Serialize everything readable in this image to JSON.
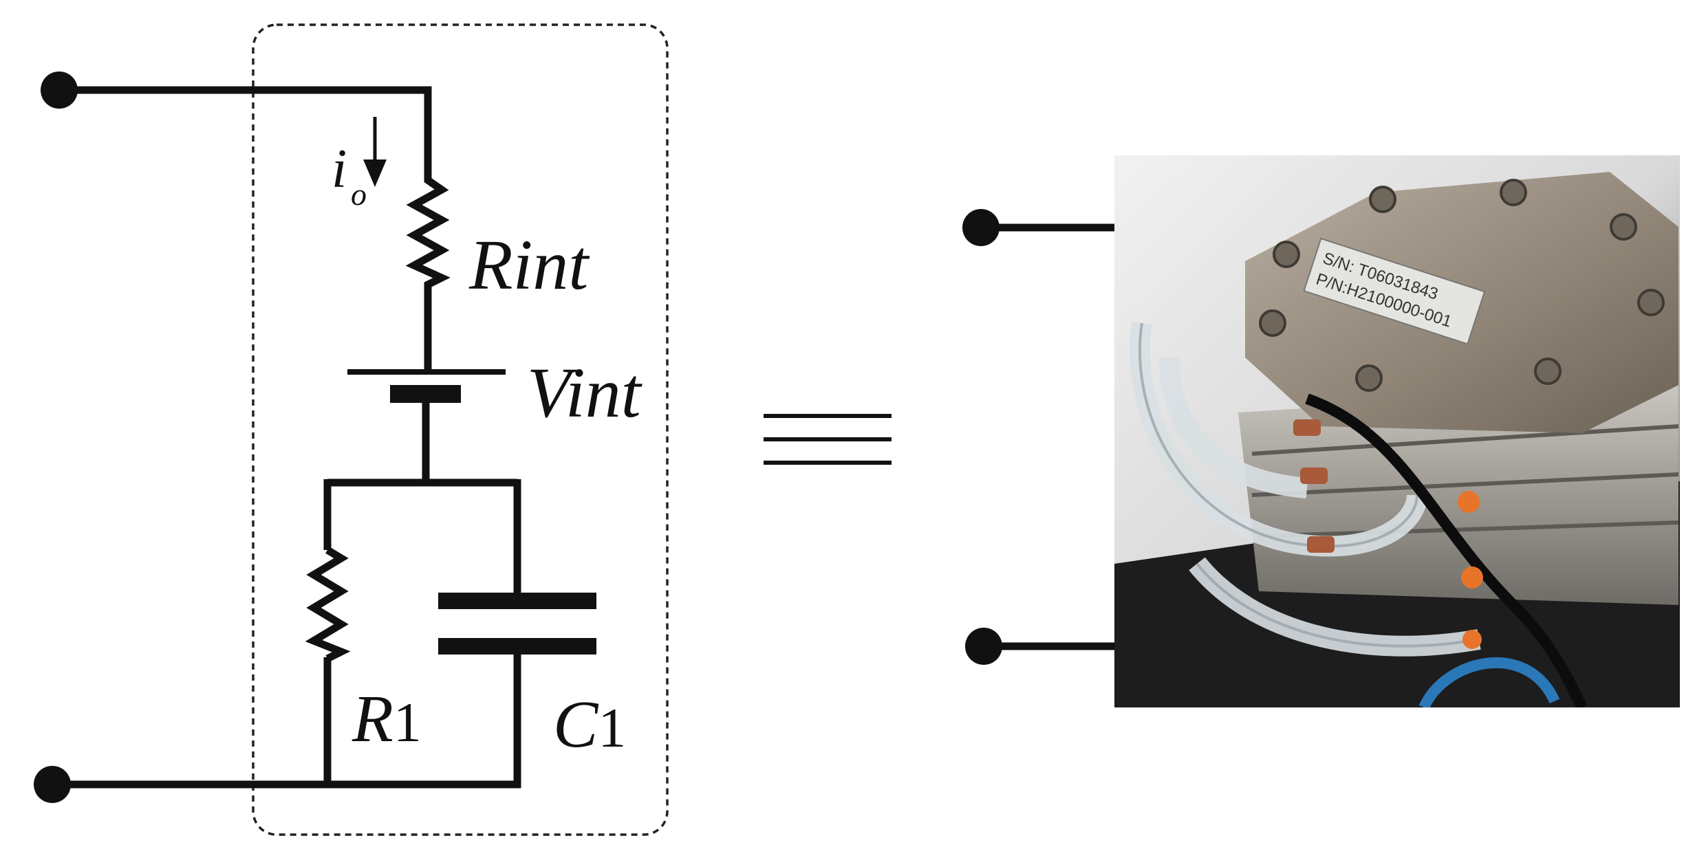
{
  "circuit": {
    "current_label": "i",
    "current_subscript": "o",
    "rint_label": "Rint",
    "vint_label": "Vint",
    "r1_label": "R",
    "r1_sub": "1",
    "c1_label": "C",
    "c1_sub": "1"
  },
  "equivalence_symbol": "≡",
  "photo": {
    "label_line1": "S/N: T06031843",
    "label_line2": "P/N:H2100000-001"
  },
  "colors": {
    "wire": "#111111",
    "frame": "#222222",
    "metal": "#8f8577",
    "tube": "#d7dde0",
    "cable_blue": "#2a78b8",
    "fitting_orange": "#e8742a"
  }
}
